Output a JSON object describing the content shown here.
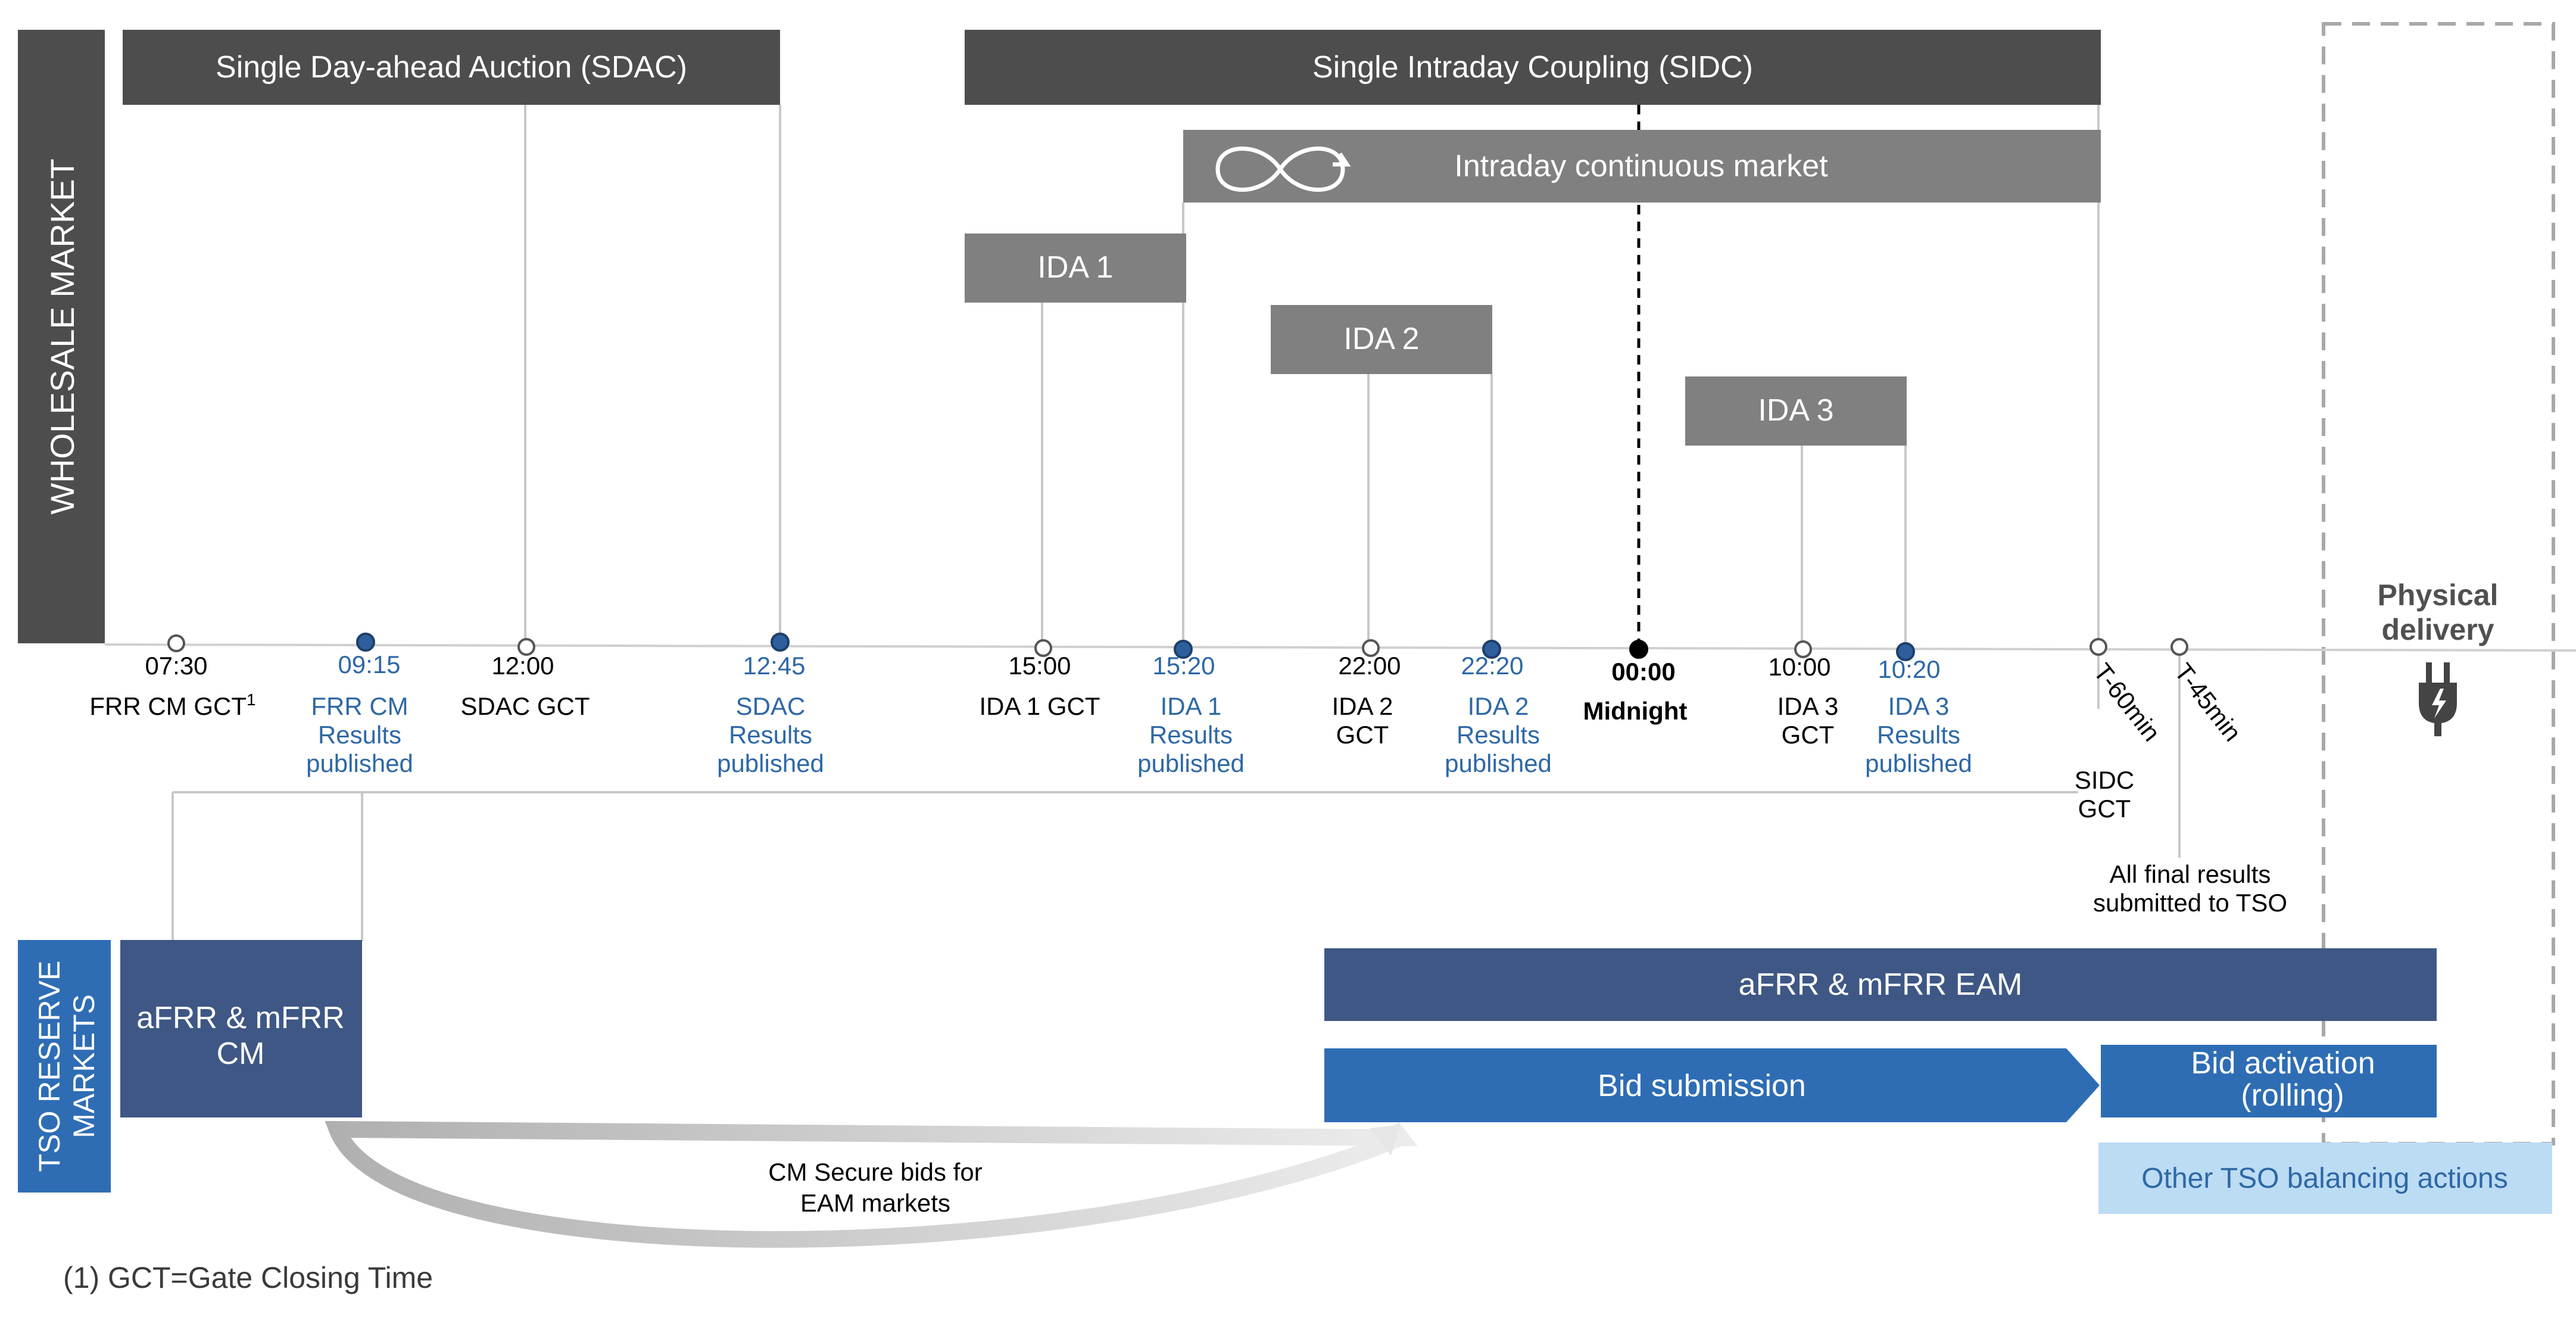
{
  "side_labels": {
    "wholesale": "WHOLESALE MARKET",
    "tso_line1": "TSO RESERVE",
    "tso_line2": "MARKETS"
  },
  "boxes": {
    "sdac": "Single Day-ahead Auction (SDAC)",
    "sidc": "Single Intraday Coupling (SIDC)",
    "intraday": "Intraday continuous market",
    "ida1": "IDA 1",
    "ida2": "IDA 2",
    "ida3": "IDA 3",
    "cm_line1": "aFRR & mFRR",
    "cm_line2": "CM",
    "eam": "aFRR & mFRR EAM",
    "bid_submission": "Bid submission",
    "bid_activation_line1": "Bid activation",
    "bid_activation_line2": "(rolling)",
    "other_tso": "Other TSO balancing actions"
  },
  "physical": {
    "line1": "Physical",
    "line2": "delivery"
  },
  "timeline": {
    "t0730": {
      "time": "07:30",
      "l1": "FRR CM GCT",
      "sup": "1"
    },
    "t0915": {
      "time": "09:15",
      "l1": "FRR CM",
      "l2": "Results",
      "l3": "published"
    },
    "t1200": {
      "time": "12:00",
      "l1": "SDAC GCT"
    },
    "t1245": {
      "time": "12:45",
      "l1": "SDAC",
      "l2": "Results",
      "l3": "published"
    },
    "t1500": {
      "time": "15:00",
      "l1": "IDA 1 GCT"
    },
    "t1520": {
      "time": "15:20",
      "l1": "IDA 1",
      "l2": "Results",
      "l3": "published"
    },
    "t2200": {
      "time": "22:00",
      "l1": "IDA 2",
      "l2": "GCT"
    },
    "t2220": {
      "time": "22:20",
      "l1": "IDA 2",
      "l2": "Results",
      "l3": "published"
    },
    "t0000": {
      "time": "00:00",
      "l1": "Midnight"
    },
    "t1000": {
      "time": "10:00",
      "l1": "IDA 3",
      "l2": "GCT"
    },
    "t1020": {
      "time": "10:20",
      "l1": "IDA 3",
      "l2": "Results",
      "l3": "published"
    },
    "t60": {
      "time": "T-60min",
      "l1": "SIDC",
      "l2": "GCT"
    },
    "t45": {
      "time": "T-45min",
      "l1": "All final results",
      "l2": "submitted to TSO"
    }
  },
  "arrow_label": {
    "line1": "CM Secure bids for",
    "line2": "EAM markets"
  },
  "footnote": "(1) GCT=Gate Closing Time",
  "colors": {
    "dark_gray": "#4d4d4d",
    "mid_gray": "#808080",
    "navy": "#3e5785",
    "blue": "#2e6db4",
    "light_blue": "#bcdcf4",
    "label_blue": "#2e68a6",
    "line_gray": "#c8c8c8"
  }
}
